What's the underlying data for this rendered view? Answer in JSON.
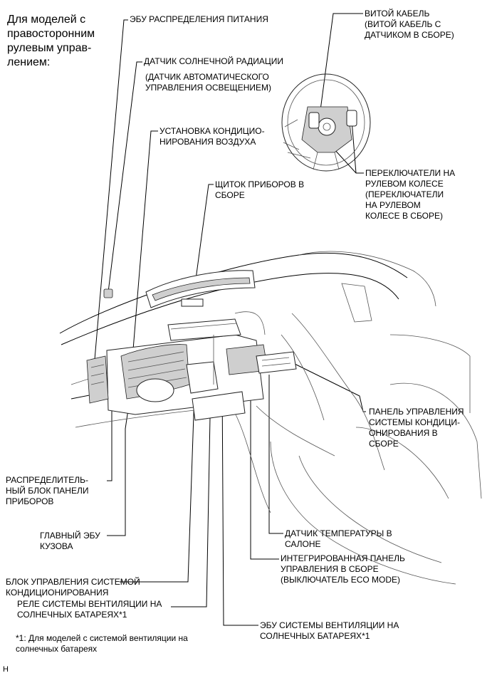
{
  "heading": "Для моделей с\nправосторонним\nрулевым управ-\nлением:",
  "labels": {
    "power_ecu": "ЭБУ РАСПРЕДЕЛЕНИЯ ПИТАНИЯ",
    "solar_sensor": "ДАТЧИК СОЛНЕЧНОЙ РАДИАЦИИ",
    "solar_sensor_sub": "(ДАТЧИК АВТОМАТИЧЕСКОГО\nУПРАВЛЕНИЯ ОСВЕЩЕНИЕМ)",
    "ac_unit": "УСТАНОВКА КОНДИЦИО-\nНИРОВАНИЯ ВОЗДУХА",
    "cluster": "ЩИТОК ПРИБОРОВ В\nСБОРЕ",
    "spiral_cable": "ВИТОЙ КАБЕЛЬ\n(ВИТОЙ КАБЕЛЬ С\nДАТЧИКОМ В СБОРЕ)",
    "steering_switches": "ПЕРЕКЛЮЧАТЕЛИ НА\nРУЛЕВОМ КОЛЕСЕ\n(ПЕРЕКЛЮЧАТЕЛИ\nНА РУЛЕВОМ\nКОЛЕСЕ В СБОРЕ)",
    "ac_panel": "ПАНЕЛЬ УПРАВЛЕНИЯ\nСИСТЕМЫ КОНДИЦИ-\nОНИРОВАНИЯ В\nСБОРЕ",
    "junction_block": "РАСПРЕДЕЛИТЕЛЬ-\nНЫЙ БЛОК ПАНЕЛИ\nПРИБОРОВ",
    "main_body_ecu": "ГЛАВНЫЙ ЭБУ\nКУЗОВА",
    "ac_control": "БЛОК УПРАВЛЕНИЯ СИСТЕМОЙ\nКОНДИЦИОНИРОВАНИЯ",
    "solar_vent_relay": "РЕЛЕ СИСТЕМЫ ВЕНТИЛЯЦИИ НА\nСОЛНЕЧНЫХ БАТАРЕЯХ*1",
    "cabin_temp_sensor": "ДАТЧИК ТЕМПЕРАТУРЫ В\nСАЛОНЕ",
    "integrated_panel": "ИНТЕГРИРОВАННАЯ ПАНЕЛЬ\nУПРАВЛЕНИЯ В СБОРЕ\n(ВЫКЛЮЧАТЕЛЬ ECO MODE)",
    "solar_vent_ecu": "ЭБУ СИСТЕМЫ ВЕНТИЛЯЦИИ НА\nСОЛНЕЧНЫХ БАТАРЕЯХ*1"
  },
  "footnote": "*1: Для моделей с системой вентиляции на\nсолнечных батареях",
  "corner_code": "H"
}
